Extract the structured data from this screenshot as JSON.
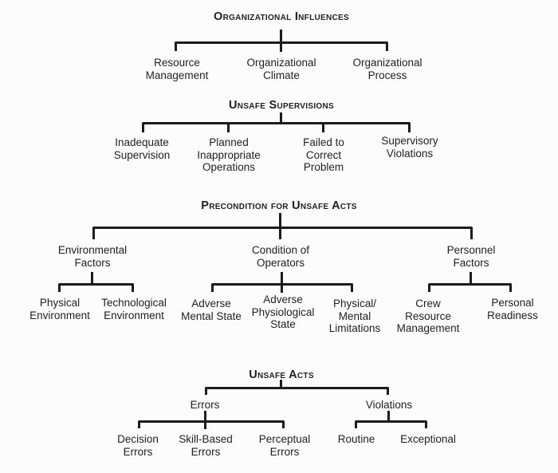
{
  "colors": {
    "bg": "#fcfcfc",
    "line": "#1c1c1c",
    "text": "#1f1f1f"
  },
  "diagram_name": "HFACS framework tree",
  "levels": [
    {
      "title": "Organizational Influences",
      "children": [
        {
          "label": "Resource\nManagement"
        },
        {
          "label": "Organizational\nClimate"
        },
        {
          "label": "Organizational\nProcess"
        }
      ]
    },
    {
      "title": "Unsafe Supervisions",
      "children": [
        {
          "label": "Inadequate\nSupervision"
        },
        {
          "label": "Planned\nInappropriate\nOperations"
        },
        {
          "label": "Failed to\nCorrect\nProblem"
        },
        {
          "label": "Supervisory\nViolations"
        }
      ]
    },
    {
      "title": "Precondition for Unsafe Acts",
      "children": [
        {
          "label": "Environmental\nFactors",
          "children": [
            {
              "label": "Physical\nEnvironment"
            },
            {
              "label": "Technological\nEnvironment"
            }
          ]
        },
        {
          "label": "Condition of\nOperators",
          "children": [
            {
              "label": "Adverse\nMental State"
            },
            {
              "label": "Adverse\nPhysiological\nState"
            },
            {
              "label": "Physical/\nMental\nLimitations"
            }
          ]
        },
        {
          "label": "Personnel\nFactors",
          "children": [
            {
              "label": "Crew\nResource\nManagement"
            },
            {
              "label": "Personal\nReadiness"
            }
          ]
        }
      ]
    },
    {
      "title": "Unsafe Acts",
      "children": [
        {
          "label": "Errors",
          "children": [
            {
              "label": "Decision\nErrors"
            },
            {
              "label": "Skill-Based\nErrors"
            },
            {
              "label": "Perceptual\nErrors"
            }
          ]
        },
        {
          "label": "Violations",
          "children": [
            {
              "label": "Routine"
            },
            {
              "label": "Exceptional"
            }
          ]
        }
      ]
    }
  ]
}
